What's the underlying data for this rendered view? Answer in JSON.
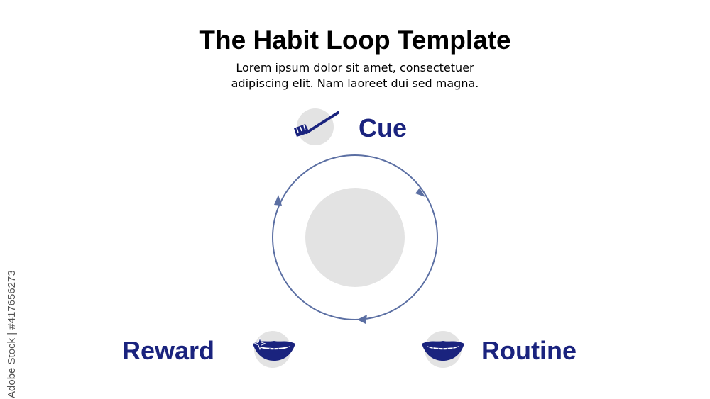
{
  "title": "The Habit Loop Template",
  "subtitle": {
    "line1": "Lorem ipsum dolor sit amet, consectetuer",
    "line2": "adipiscing elit. Nam laoreet dui sed magna."
  },
  "steps": {
    "cue": {
      "label": "Cue",
      "icon": "toothbrush-icon"
    },
    "routine": {
      "label": "Routine",
      "icon": "smile-icon"
    },
    "reward": {
      "label": "Reward",
      "icon": "sparkling-smile-icon"
    }
  },
  "colors": {
    "label": "#1a237e",
    "icon": "#1a237e",
    "cycle_line": "#5b6fa3",
    "badge": "#e3e3e3",
    "center_circle": "#e3e3e3"
  },
  "watermark": "Adobe Stock | #417656273"
}
